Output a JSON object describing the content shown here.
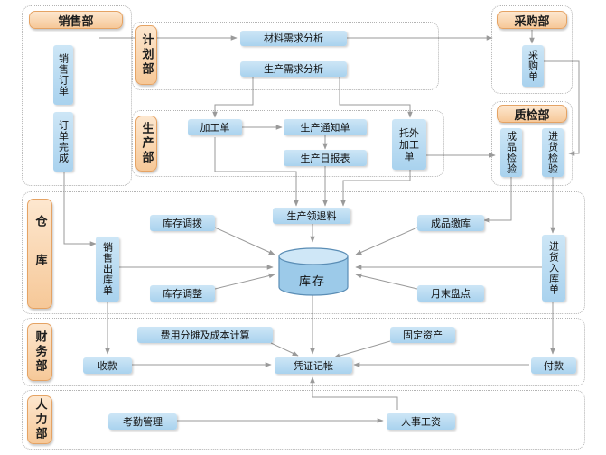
{
  "departments": {
    "sales": "销售部",
    "procurement": "采购部",
    "planning": "计划部",
    "production": "生产部",
    "quality": "质检部",
    "warehouse": "仓库",
    "finance": "财务部",
    "hr": "人力部"
  },
  "nodes": {
    "sales_order": "销售订单",
    "order_complete": "订单完成",
    "material_demand": "材料需求分析",
    "production_demand": "生产需求分析",
    "purchase_order": "采购单",
    "process_order": "加工单",
    "production_notice": "生产通知单",
    "outsourced_order": "托外加工单",
    "production_daily": "生产日报表",
    "finished_inspection": "成品检验",
    "incoming_inspection": "进货检验",
    "material_issue_return": "生产领退料",
    "stock_transfer": "库存调拨",
    "finished_receipt": "成品缴库",
    "sales_outbound": "销售出库单",
    "inventory": "库存",
    "stock_adjustment": "库存调整",
    "month_end_count": "月末盘点",
    "purchase_inbound": "进货入库单",
    "cost_allocation": "费用分摊及成本计算",
    "fixed_assets": "固定资产",
    "receipt": "收款",
    "voucher": "凭证记帐",
    "payment": "付款",
    "attendance": "考勤管理",
    "payroll": "人事工资"
  },
  "colors": {
    "dept_fill": "#f6c898",
    "dept_border": "#e5a364",
    "node_fill": "#b5d8f0",
    "connector": "#9a9a9a",
    "zone_border": "#b3b3b3"
  }
}
